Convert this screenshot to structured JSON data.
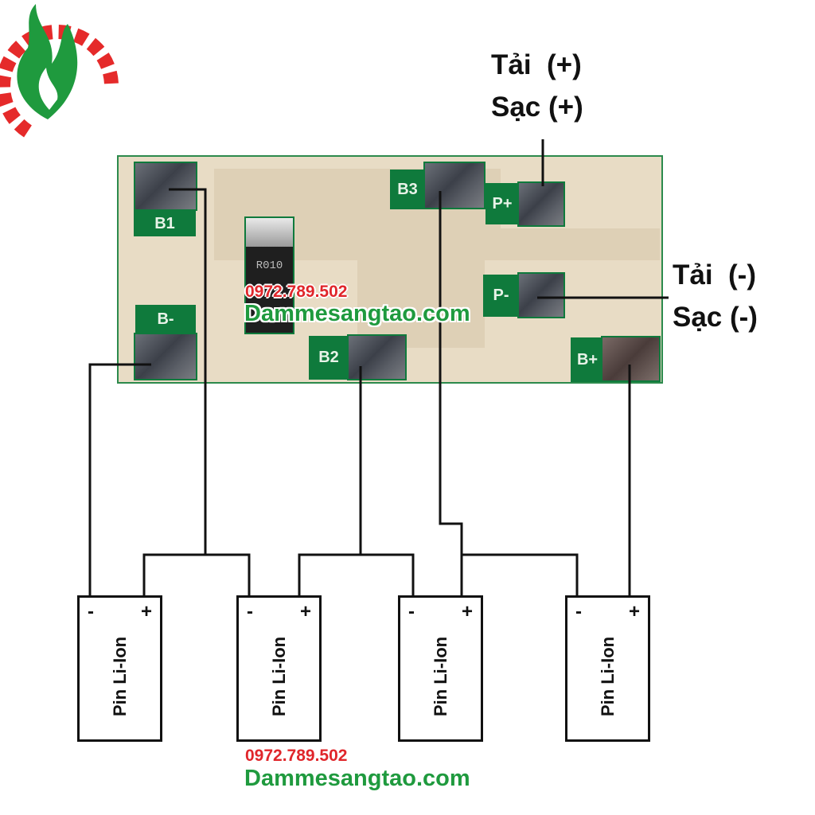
{
  "board": {
    "pads": {
      "b1": "B1",
      "b_minus": "B-",
      "b2": "B2",
      "b3": "B3",
      "p_plus": "P+",
      "p_minus": "P-",
      "b_plus": "B+"
    },
    "resistor_marking": "R010"
  },
  "terminals": {
    "positive": {
      "line1": "Tải  (+)",
      "line2": "Sạc (+)"
    },
    "negative": {
      "line1": "Tải  (-)",
      "line2": "Sạc (-)"
    }
  },
  "batteries": [
    {
      "label": "Pin Li-Ion",
      "minus": "-",
      "plus": "+"
    },
    {
      "label": "Pin Li-Ion",
      "minus": "-",
      "plus": "+"
    },
    {
      "label": "Pin Li-Ion",
      "minus": "-",
      "plus": "+"
    },
    {
      "label": "Pin Li-Ion",
      "minus": "-",
      "plus": "+"
    }
  ],
  "watermark": {
    "phone": "0972.789.502",
    "site": "Dammesangtao.com"
  },
  "colors": {
    "pcb_green": "#0f7a3c",
    "board": "#e8dcc5",
    "wire": "#111111",
    "phone": "#e0262b",
    "site": "#1f9a3e"
  }
}
